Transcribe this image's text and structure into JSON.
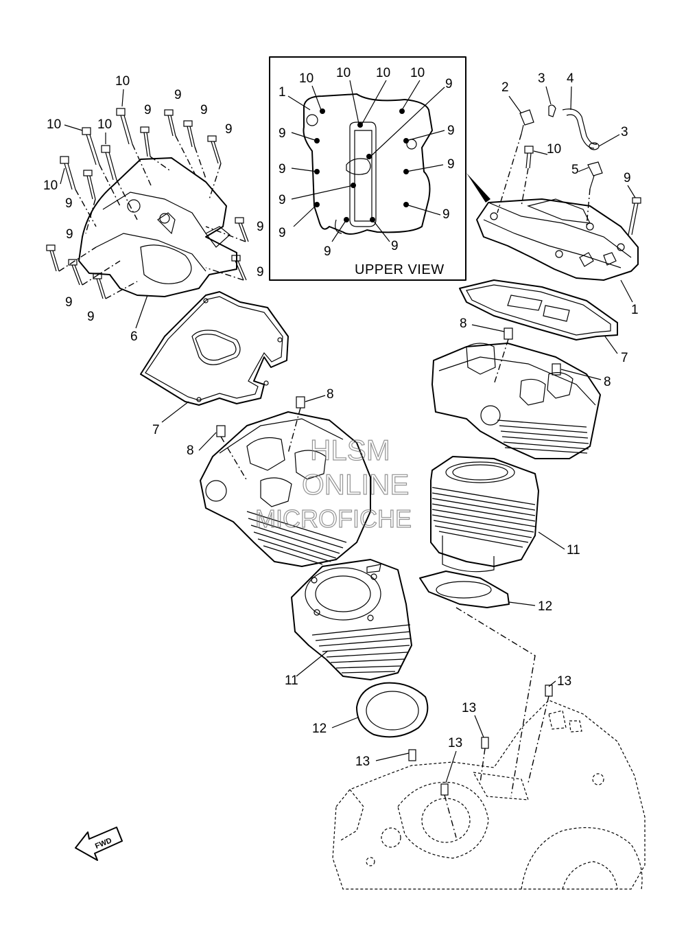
{
  "inset": {
    "caption": "UPPER VIEW"
  },
  "fwd_label": "FWD",
  "watermark": {
    "line1": "HLSM",
    "line2": "ONLINE",
    "line3": "MICROFICHE"
  },
  "callouts": {
    "c1": "1",
    "c2": "2",
    "c3": "3",
    "c4": "4",
    "c5": "5",
    "c6": "6",
    "c7": "7",
    "c8": "8",
    "c9": "9",
    "c10": "10",
    "c11": "11",
    "c12": "12",
    "c13": "13"
  }
}
